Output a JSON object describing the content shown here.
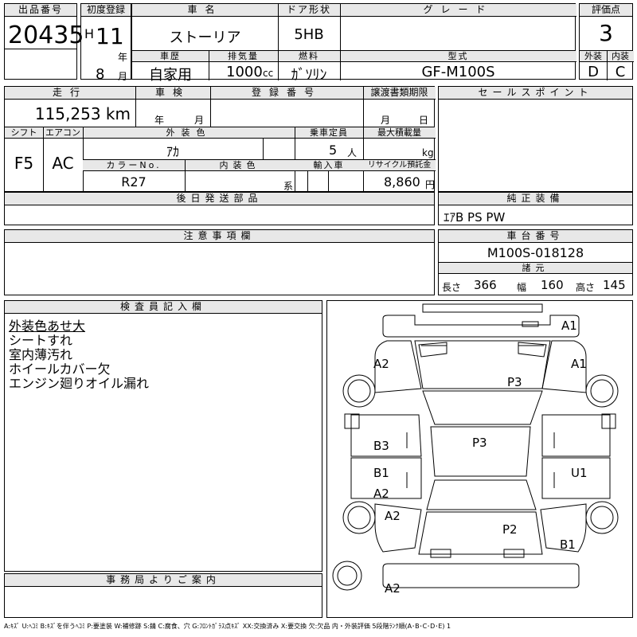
{
  "header": {
    "lot_no_label": "出品番号",
    "lot_no": "20435",
    "first_reg_label": "初度登録",
    "era_letter": "H",
    "year_num": "11",
    "year_unit": "年",
    "month_num": "8",
    "month_unit": "月",
    "car_name_label": "車名",
    "car_name": "ストーリア",
    "door_label": "ドア形状",
    "door": "5HB",
    "grade_label": "グレード",
    "grade": "",
    "score_label": "評価点",
    "score": "3",
    "history_label": "車歴",
    "history": "自家用",
    "displacement_label": "排気量",
    "displacement": "1000",
    "displacement_unit": "cc",
    "fuel_label": "燃料",
    "fuel": "ｶﾞｿﾘﾝ",
    "model_label": "型式",
    "model": "GF-M100S",
    "ext_label": "外装",
    "ext": "D",
    "int_label": "内装",
    "int": "C"
  },
  "row2": {
    "mileage_label": "走行",
    "mileage": "115,253 km",
    "inspection_label": "車検",
    "inspection_year_unit": "年",
    "inspection_month_unit": "月",
    "reg_no_label": "登録番号",
    "transfer_label": "譲渡書類期限",
    "transfer_month_unit": "月",
    "transfer_day_unit": "日",
    "shift_label": "シフト",
    "shift": "F5",
    "ac_label": "エアコン",
    "ac": "AC",
    "ext_color_label": "外装色",
    "ext_color": "ｱｶ",
    "capacity_label": "乗車定員",
    "capacity": "5",
    "capacity_unit": "人",
    "max_load_label": "最大積載量",
    "max_load_unit": "kg",
    "color_no_label": "カラーNo.",
    "color_no": "R27",
    "int_color_label": "内装色",
    "int_color_unit": "系",
    "import_label": "輸入車",
    "recycle_label": "リサイクル預託金",
    "recycle": "8,860",
    "recycle_unit": "円"
  },
  "later_parts_label": "後日発送部品",
  "sales_point_label": "セールスポイント",
  "equipment_label": "純正装備",
  "equipment": "ｴｱB PS PW",
  "notes_label": "注意事項欄",
  "chassis_label": "車台番号",
  "chassis": "M100S-018128",
  "dims_label": "諸元",
  "length_label": "長さ",
  "length": "366",
  "width_label": "幅",
  "width": "160",
  "height_label": "高さ",
  "height": "145",
  "inspector_label": "検査員記入欄",
  "inspector_notes": [
    "外装色あせ大",
    "シートすれ",
    "室内薄汚れ",
    "ホイールカバー欠",
    "エンジン廻りオイル漏れ"
  ],
  "office_label": "事務局よりご案内",
  "diagram_marks": {
    "a1_top": "A1",
    "a2_left": "A2",
    "a1_right": "A1",
    "p3_upper": "P3",
    "b3": "B3",
    "p3_center": "P3",
    "b1_left": "B1",
    "u1": "U1",
    "a2_left_low": "A2",
    "a2_left_lower": "A2",
    "p2": "P2",
    "b1_right": "B1",
    "a2_bottom": "A2"
  },
  "legend": "A:ｷｽﾞ U:ﾍｺﾐ B:ｷｽﾞを伴うﾍｺﾐ P:要塗装 W:補修跡 S:錆 C:腐食、穴 G:ﾌﾛﾝﾄｶﾞﾗｽ点ｷｽﾞ XX:交換済み X:要交換 欠:欠品 内・外装評価 5段階ﾗﾝｸ順(A･B･C･D･E) 1"
}
